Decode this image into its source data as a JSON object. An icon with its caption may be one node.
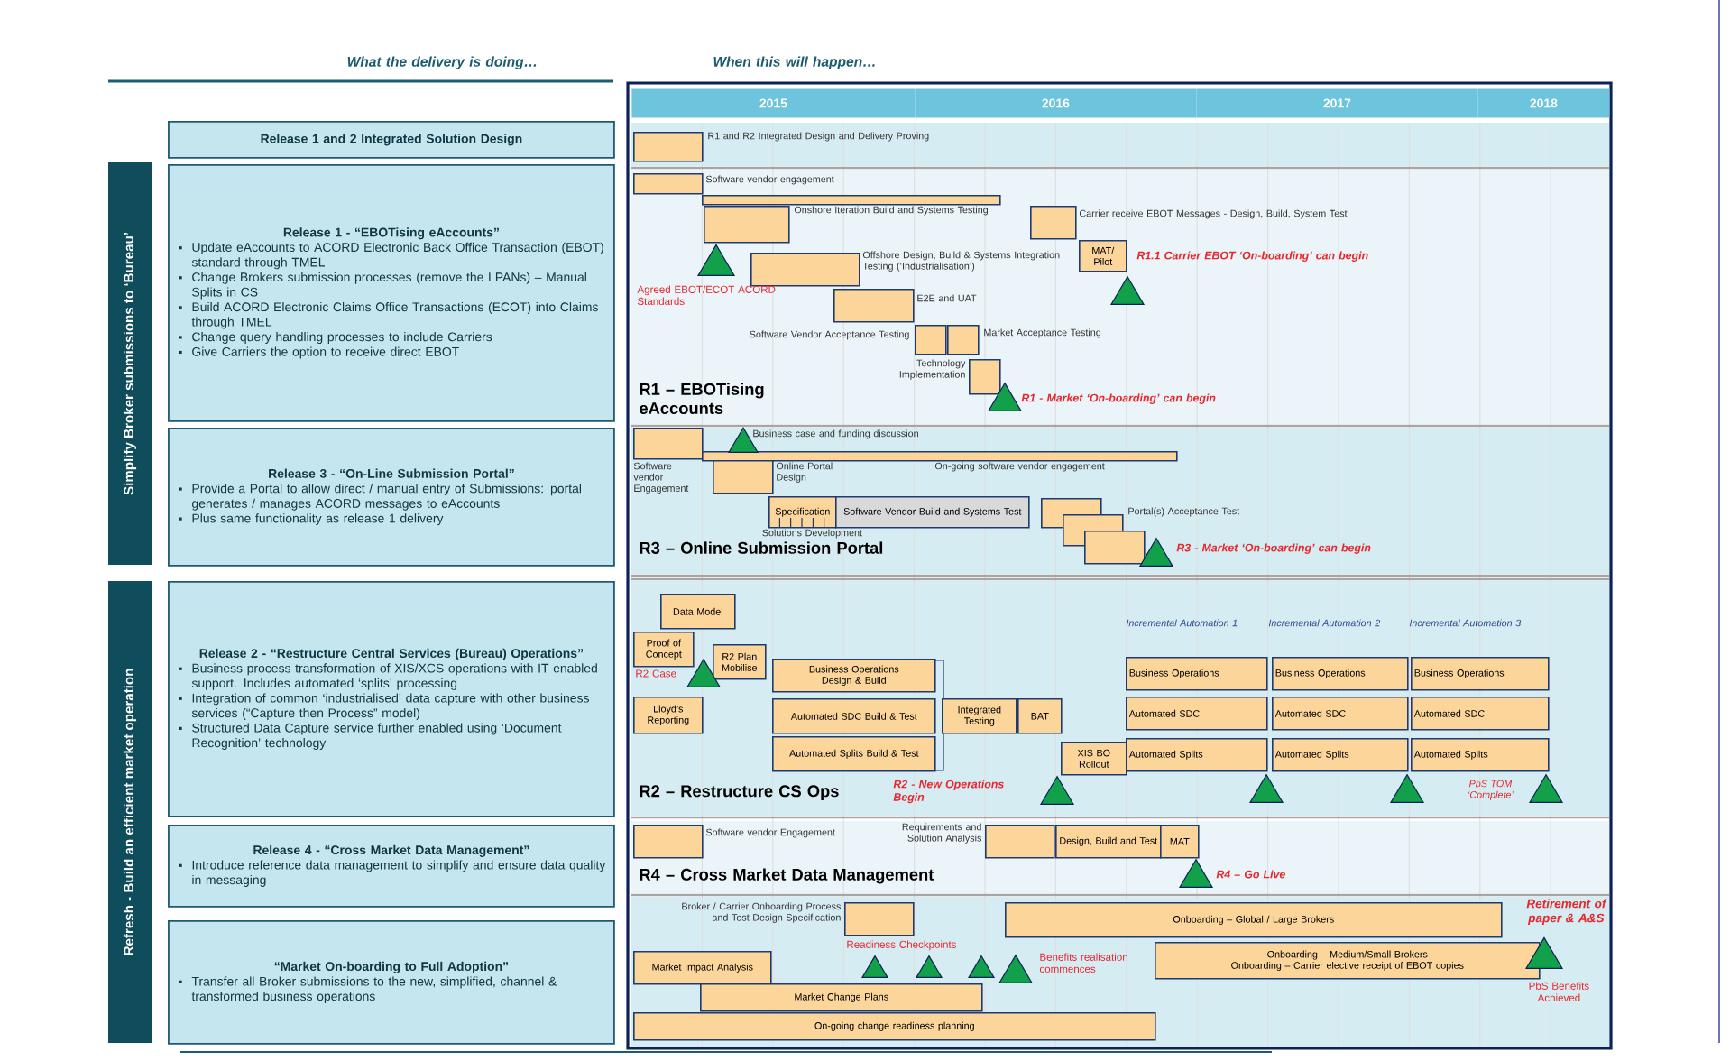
{
  "diagram": {
    "nodes": [
      {
        "text": [
          "Release 1 and 2 Integrated Solution Design"
        ]
      },
      {
        "text": [
          "Release 1 - “EBOTising eAccounts”",
          "Update eAccounts to ACORD Electronic Back Office Transaction (EBOT) standard through TMEL",
          "Change Brokers submission processes  (remove the LPANs) – Manual Splits in CS",
          "Build ACORD Electronic Claims Office Transactions (ECOT) into Claims through TMEL",
          "Change query handling processes to include Carriers",
          "Give Carriers the option to receive direct EBOT"
        ]
      },
      {
        "text": [
          "Release 3 - “On-Line Submission Portal”",
          "Provide a Portal to allow direct / manual entry of Submissions: portal generates / manages ACORD messages to eAccounts",
          "Plus same functionality as release 1 delivery"
        ]
      },
      {
        "text": [
          "Release 2 - “Restructure Central Services (Bureau) Operations”",
          "Business process transformation of XIS/XCS operations with IT enabled support.  Includes automated ‘splits’ processing",
          "Integration of common ‘industrialised’ data capture with other business services (“Capture then Process” model)",
          "Structured Data Capture service further enabled using ‘Document Recognition’ technology"
        ]
      },
      {
        "text": [
          "Release 4 - “Cross Market Data Management”",
          "Introduce reference data management to simplify and ensure data quality in messaging"
        ]
      },
      {
        "text": [
          "“Market On-boarding  to Full Adoption”",
          "Transfer all Broker submissions to the new, simplified, channel & transformed business operations"
        ]
      },
      {
        "text": [
          "Simplify Broker submissions to ‘Bureau’"
        ]
      },
      {
        "text": [
          "Refresh - Build an efficient market operation"
        ]
      },
      {
        "text": [],
        "shape": "bar",
        "beside": [
          "R1 and R2 Integrated Design and Delivery Proving"
        ]
      },
      {
        "text": [],
        "shape": "bar",
        "beside": [
          "Software vendor engagement"
        ]
      },
      {
        "text": [],
        "shape": "bar",
        "beside": [
          "Onshore Iteration Build and Systems Testing"
        ]
      },
      {
        "text": [],
        "shape": "bar",
        "beside": [
          "Offshore Design, Build & Systems Integration Testing (‘Industrialisation’)"
        ]
      },
      {
        "text": [],
        "shape": "bar",
        "beside": [
          "E2E and UAT"
        ]
      },
      {
        "text": [],
        "shape": "bar",
        "beside": [
          "Software Vendor Acceptance Testing"
        ]
      },
      {
        "text": [],
        "shape": "bar",
        "beside": [
          "Market Acceptance Testing"
        ]
      },
      {
        "text": [],
        "shape": "bar",
        "beside": [
          "Technology Implementation"
        ]
      },
      {
        "text": [],
        "shape": "bar",
        "beside": [
          "Carrier receive EBOT Messages - Design, Build, System Test"
        ]
      },
      {
        "text": [
          "MAT/ Pilot"
        ]
      },
      {
        "text": [],
        "shape": "bar",
        "beside": [
          "Software vendor Engagement"
        ]
      },
      {
        "text": [],
        "shape": "bar",
        "beside": [
          "On-going software vendor engagement"
        ]
      },
      {
        "text": [],
        "shape": "bar",
        "beside": [
          "Online Portal Design"
        ]
      },
      {
        "text": [
          "Specification"
        ],
        "beside": [
          "Solutions Development"
        ]
      },
      {
        "text": [
          "Software Vendor Build and Systems Test"
        ]
      },
      {
        "text": [],
        "shape": "bar"
      },
      {
        "text": [],
        "shape": "bar",
        "beside": [
          "Portal(s) Acceptance Test"
        ]
      },
      {
        "text": [],
        "shape": "bar"
      },
      {
        "text": [
          "Data Model"
        ]
      },
      {
        "text": [
          "Proof of Concept"
        ]
      },
      {
        "text": [
          "R2 Plan Mobilise"
        ]
      },
      {
        "text": [
          "Lloyd’s Reporting"
        ]
      },
      {
        "text": [
          "Business Operations Design & Build"
        ]
      },
      {
        "text": [
          "Automated SDC Build & Test"
        ]
      },
      {
        "text": [
          "Automated Splits Build & Test"
        ]
      },
      {
        "text": [
          "Integrated Testing"
        ]
      },
      {
        "text": [
          "BAT"
        ]
      },
      {
        "text": [
          "XIS BO Rollout"
        ]
      },
      {
        "text": [
          "Business Operations"
        ]
      },
      {
        "text": [
          "Business Operations"
        ]
      },
      {
        "text": [
          "Business Operations"
        ]
      },
      {
        "text": [
          "Automated SDC"
        ]
      },
      {
        "text": [
          "Automated SDC"
        ]
      },
      {
        "text": [
          "Automated SDC"
        ]
      },
      {
        "text": [
          "Automated Splits"
        ]
      },
      {
        "text": [
          "Automated Splits"
        ]
      },
      {
        "text": [
          "Automated Splits"
        ]
      },
      {
        "text": [],
        "shape": "bar",
        "beside": [
          "Software vendor Engagement"
        ]
      },
      {
        "text": [],
        "shape": "bar",
        "beside": [
          "Requirements and Solution Analysis"
        ]
      },
      {
        "text": [
          "Design, Build and Test"
        ]
      },
      {
        "text": [
          "MAT"
        ]
      },
      {
        "text": [],
        "shape": "bar",
        "beside": [
          "Broker / Carrier Onboarding Process and Test Design Specification"
        ]
      },
      {
        "text": [
          "Onboarding – Global / Large Brokers"
        ]
      },
      {
        "text": [
          "Market Impact Analysis"
        ]
      },
      {
        "text": [
          "Onboarding – Medium/Small Brokers",
          "Onboarding – Carrier elective receipt of EBOT copies"
        ]
      },
      {
        "text": [
          "Market Change Plans"
        ]
      },
      {
        "text": [
          "On-going change readiness planning"
        ]
      },
      {
        "text": [],
        "shape": "bar"
      },
      {
        "text": [],
        "shape": "triangle"
      },
      {
        "text": [],
        "shape": "triangle",
        "beside": [
          "R1.1 Carrier EBOT ‘On-boarding’ can begin"
        ]
      },
      {
        "text": [],
        "shape": "triangle",
        "beside": [
          "R1 - Market ‘On-boarding’ can begin"
        ]
      },
      {
        "text": [],
        "shape": "triangle",
        "beside": [
          "Business case and funding discussion"
        ]
      },
      {
        "text": [],
        "shape": "triangle",
        "beside": [
          "R3 - Market ‘On-boarding’ can begin"
        ]
      },
      {
        "text": [],
        "shape": "triangle"
      },
      {
        "text": [],
        "shape": "triangle"
      },
      {
        "text": [],
        "shape": "triangle"
      },
      {
        "text": [],
        "shape": "triangle"
      },
      {
        "text": [],
        "shape": "triangle"
      },
      {
        "text": [],
        "shape": "triangle",
        "beside": [
          "R4 – Go Live"
        ]
      },
      {
        "text": [],
        "shape": "triangle"
      },
      {
        "text": [],
        "shape": "triangle"
      },
      {
        "text": [],
        "shape": "triangle"
      },
      {
        "text": [],
        "shape": "triangle",
        "beside": [
          "Benefits realisation commences"
        ]
      },
      {
        "text": [],
        "shape": "triangle",
        "beside": [
          "Retirement of paper & A&S"
        ]
      }
    ],
    "labels": [
      "What the delivery is doing…",
      "When this will happen…",
      "2015",
      "2016",
      "2017",
      "2018",
      "Agreed EBOT/ECOT ACORD Standards",
      "R1 – EBOTising eAccounts",
      "R3 – Online Submission Portal",
      "Incremental Automation 1",
      "Incremental Automation 2",
      "Incremental Automation 3",
      "R2 Case",
      "R2 – Restructure CS Ops",
      "R2 - New Operations Begin",
      "PbS TOM ‘Complete’",
      "R4 – Cross Market Data Management",
      "Readiness Checkpoints",
      "PbS Benefits Achieved"
    ]
  }
}
